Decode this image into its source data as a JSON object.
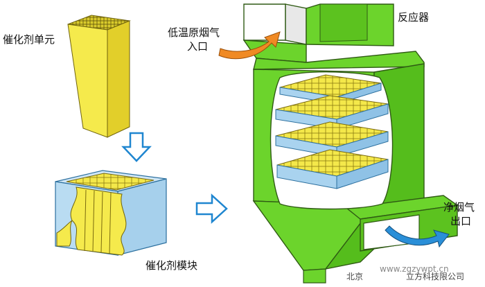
{
  "labels": {
    "catalyst_unit": "催化剂单元",
    "catalyst_module": "催化剂模块",
    "reactor": "反应器",
    "inlet_line1": "低温原烟气",
    "inlet_line2": "入口",
    "outlet_line1": "净烟气",
    "outlet_line2": "出口"
  },
  "watermark": {
    "left": "北京",
    "right": "立方科技限公司",
    "url": "www.zgzywpt.cn"
  },
  "colors": {
    "catalyst_yellow": "#f4e84a",
    "catalyst_outline": "#8a7a10",
    "reactor_green": "#6cd42c",
    "reactor_outline": "#2f7a14",
    "tray_blue": "#a9d3ef",
    "module_blue": "#b9dcf2",
    "inlet_arrow": "#f08a24",
    "outlet_arrow": "#2a8fd8",
    "flow_arrow": "#5fb6ea"
  },
  "icons": {
    "inlet": "curved-arrow-icon",
    "outlet": "curved-arrow-icon",
    "flow": "hollow-arrow-icon"
  }
}
